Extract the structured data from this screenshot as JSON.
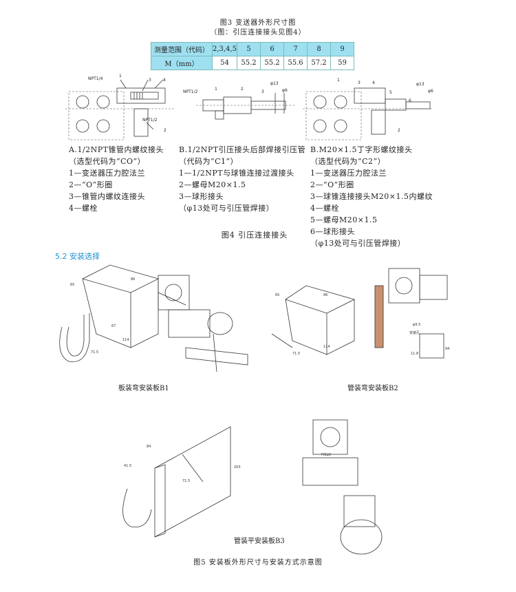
{
  "fig3": {
    "title": "图3  变送器外形尺寸图",
    "subtitle": "（图：引压连接接头见图4）",
    "table": {
      "row1_label": "测量范围（代码）",
      "row1": [
        "2,3,4,5",
        "5",
        "6",
        "7",
        "8",
        "9"
      ],
      "row2_label": "M（mm）",
      "row2": [
        "54",
        "55.2",
        "55.2",
        "55.6",
        "57.2",
        "59"
      ]
    }
  },
  "fig4": {
    "labels": {
      "npt14": "NPT1/4",
      "npt12a": "NPT1/2",
      "npt12b": "NPT1/2",
      "phi13a": "φ13",
      "phi6a": "φ6",
      "phi13b": "φ13",
      "phi6b": "φ6",
      "n1": "1",
      "n2": "2",
      "n3": "3",
      "n4": "4",
      "n5": "5",
      "n6": "6"
    },
    "colA": [
      "A.1/2NPT锥管内螺纹接头",
      "（选型代码为“CO”）",
      "1—变送器压力腔法兰",
      "2—“O”形圈",
      "3—锥管内螺纹连接头",
      "4—螺栓"
    ],
    "colB": [
      "B.1/2NPT引压接头后部焊接引压管",
      "（代码为“C1”）",
      "1—1/2NPT与球锥连接过渡接头",
      "2—螺母M20×1.5",
      "3—球形接头",
      "（φ13处可与引压管焊接）"
    ],
    "colC": [
      "B.M20×1.5丁字形螺纹接头",
      "（选型代码为“C2”）",
      "1—变送器压力腔法兰",
      "2—“O”形圈",
      "3—球锥连接接头M20×1.5内螺纹",
      "4—螺栓",
      "5—螺母M20×1.5",
      "6—球形接头",
      "（φ13处可与引压管焊接）"
    ],
    "caption": "图4  引压连接接头"
  },
  "section": {
    "title": "5.2  安装选择"
  },
  "fig5": {
    "b1_caption": "板装弯安装板B1",
    "b2_caption": "管装弯安装板B2",
    "b3_caption": "管装平安装板B3",
    "caption": "图5  安装板外形尺寸与安装方式示意图",
    "dims": {
      "b1_65": "65",
      "b1_86": "86",
      "b1_67": "67",
      "b1_114": "114",
      "b1_715": "71.5",
      "b2_65": "65",
      "b2_86": "86",
      "b2_114": "114",
      "b2_715": "71.5",
      "b2_hole": "安装孔",
      "b2_phi": "φ9.5",
      "b2_118": "11.8",
      "b2_94": "94",
      "b3_84": "84",
      "b3_415": "41.5",
      "b3_715": "71.5",
      "b3_203": "203",
      "b3_field": "FIELD"
    }
  }
}
